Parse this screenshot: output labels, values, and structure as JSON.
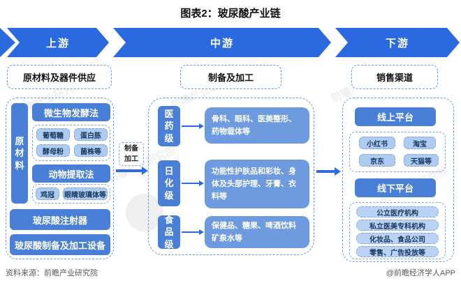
{
  "title": "图表2：玻尿酸产业链",
  "banner": {
    "upstream": "上游",
    "midstream": "中游",
    "downstream": "下游"
  },
  "upstream": {
    "header": "原材料及器件供应",
    "material_label": "原材料",
    "fermentation_title": "微生物发酵法",
    "fermentation_items": [
      "葡萄糖",
      "蛋白胨",
      "酵母粉",
      "菌株等"
    ],
    "extraction_title": "动物提取法",
    "extraction_items": [
      "鸡冠",
      "眼睛玻璃体等"
    ],
    "equipment_boxes": [
      "玻尿酸注射器",
      "玻尿酸制备及加工设备"
    ]
  },
  "process_label": {
    "line1": "制备",
    "line2": "加工"
  },
  "midstream": {
    "header": "制备及加工",
    "grades": [
      {
        "label": "医药级",
        "applications": "骨科、眼科、医美整形、药物载体等"
      },
      {
        "label": "日化级",
        "applications": "功能性护肤品和彩妆、身体及头部护理、牙膏、衣料等"
      },
      {
        "label": "食品级",
        "applications": "保健品、糖果、啤酒饮料矿泉水等"
      }
    ]
  },
  "downstream": {
    "header": "销售渠道",
    "online_title": "线上平台",
    "online_items": [
      "小红书",
      "淘宝",
      "京东",
      "天猫等"
    ],
    "offline_title": "线下平台",
    "offline_items": [
      "公立医疗机构",
      "私立医美专科机构",
      "化妆品、食品公司",
      "零售、广告投放等"
    ]
  },
  "footer": {
    "source": "资料来源：前瞻产业研究院",
    "credit": "@前瞻经济学人APP"
  },
  "watermark": {
    "text": "前瞻产业研究院"
  },
  "colors": {
    "banner_blue": "#2B69E0",
    "solid_box_blue": "#4A7FD8",
    "content_box_blue": "#6E9BE0",
    "pill_blue": "#AECBF2",
    "bar_blue": "#BAD2F3",
    "dashed_border": "#6C95DB",
    "navy_text": "#17375E"
  }
}
